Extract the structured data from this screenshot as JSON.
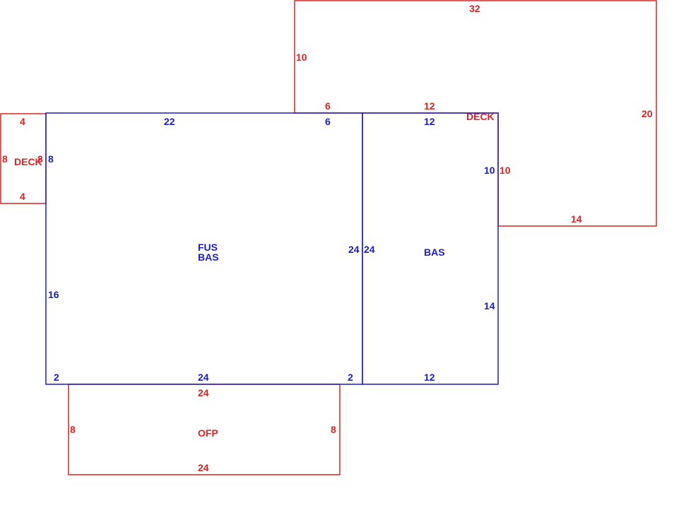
{
  "colors": {
    "main": "#1c1cc8",
    "addition": "#dd2222"
  },
  "areas": [
    {
      "id": "fus-bas",
      "color": "main",
      "labels": [
        "FUS",
        "BAS"
      ],
      "dims": {
        "top_left": "22",
        "top_right": "6",
        "left_upper": "8",
        "left_lower": "16",
        "right": "24",
        "bottom_left": "2",
        "bottom_mid": "24",
        "bottom_right": "2"
      }
    },
    {
      "id": "bas-right",
      "color": "main",
      "labels": [
        "BAS"
      ],
      "dims": {
        "top": "12",
        "left": "24",
        "right_upper": "10",
        "right_lower": "14",
        "bottom": "12"
      }
    },
    {
      "id": "deck-left",
      "color": "addition",
      "labels": [
        "DECK"
      ],
      "dims": {
        "top": "4",
        "left": "8",
        "right": "8",
        "bottom": "4"
      }
    },
    {
      "id": "deck-top",
      "color": "addition",
      "labels": [
        "DECK"
      ],
      "dims": {
        "top": "32",
        "left": "10",
        "bottom_left": "6",
        "bottom_mid": "12",
        "right": "20",
        "inner": "10",
        "bottom": "14"
      }
    },
    {
      "id": "ofp",
      "color": "addition",
      "labels": [
        "OFP"
      ],
      "dims": {
        "top": "24",
        "left": "8",
        "right": "8",
        "bottom": "24"
      }
    }
  ]
}
